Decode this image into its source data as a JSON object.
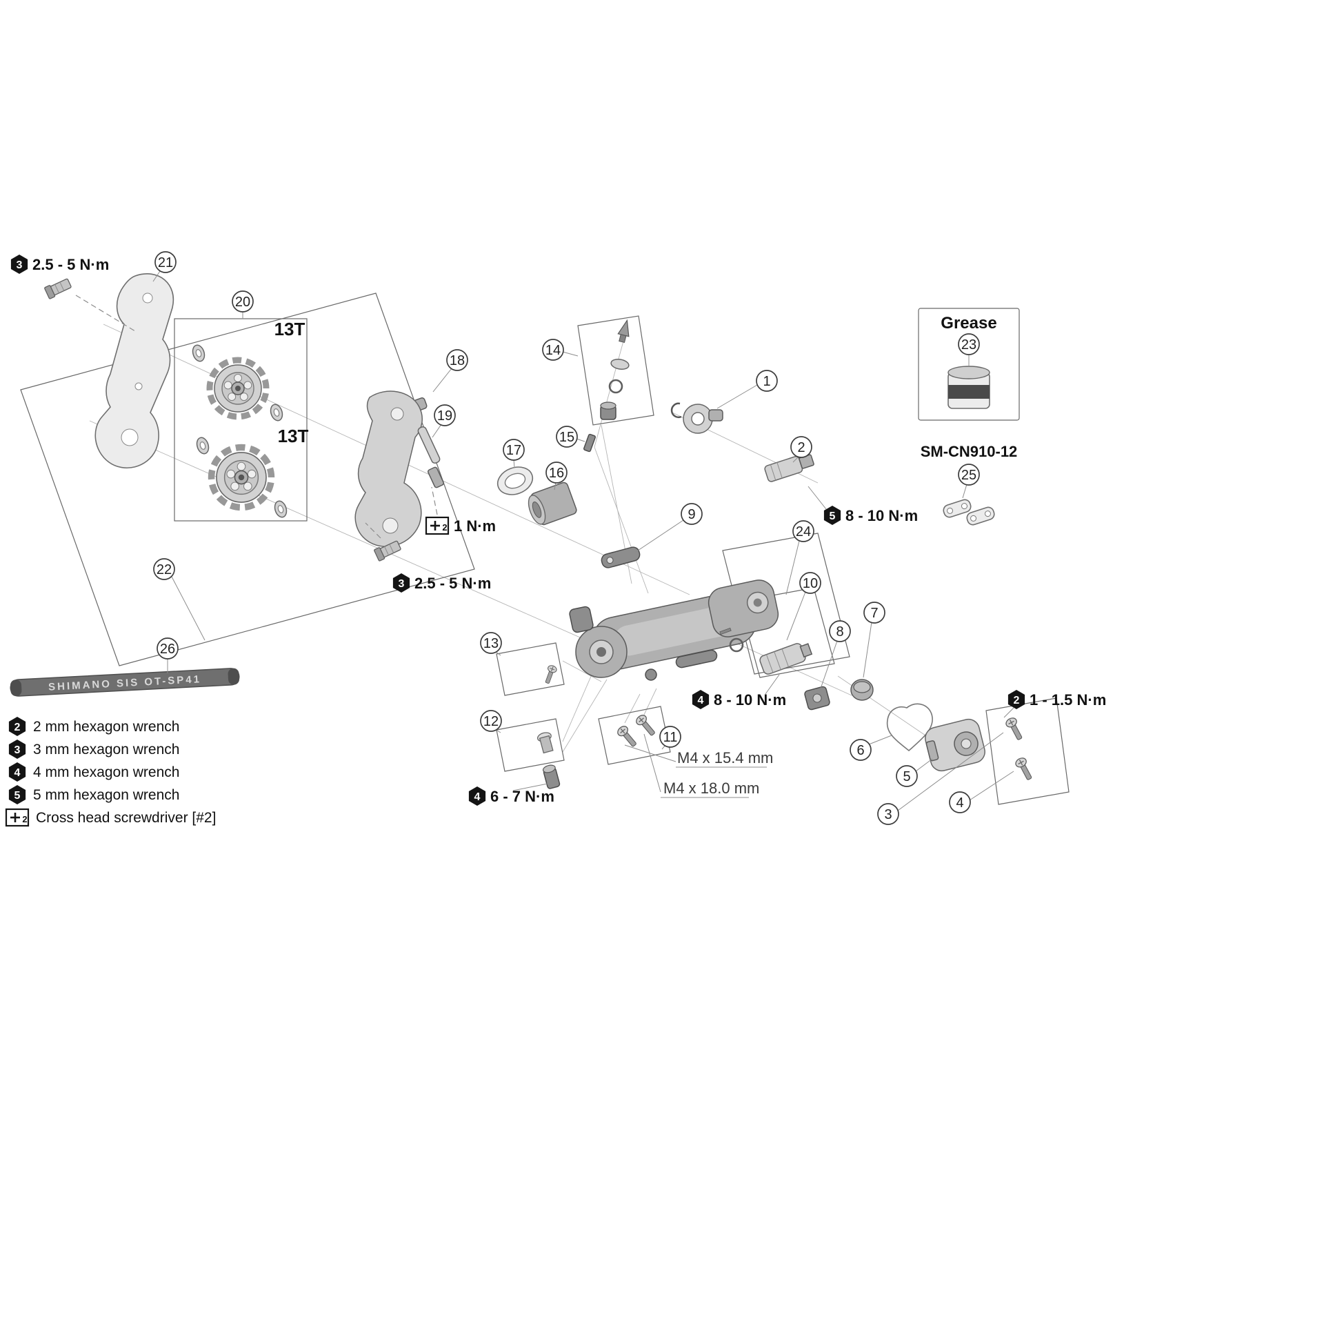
{
  "diagram": {
    "callouts": {
      "c1": "1",
      "c2": "2",
      "c3": "3",
      "c4": "4",
      "c5": "5",
      "c6": "6",
      "c7": "7",
      "c8": "8",
      "c9": "9",
      "c10": "10",
      "c11": "11",
      "c12": "12",
      "c13": "13",
      "c14": "14",
      "c15": "15",
      "c16": "16",
      "c17": "17",
      "c18": "18",
      "c19": "19",
      "c20": "20",
      "c21": "21",
      "c22": "22",
      "c23": "23",
      "c24": "24",
      "c25": "25",
      "c26": "26"
    },
    "badges": {
      "hex2": "2",
      "hex3": "3",
      "hex4": "4",
      "hex5": "5",
      "phillips": "2"
    },
    "torque": {
      "outer_plate_screw": "2.5 - 5 N·m",
      "inner_plate_screw": "2.5 - 5 N·m",
      "pulley_bolt": "1 N·m",
      "bracket_axle": "8 - 10 N·m",
      "cable_fixing": "8 - 10 N·m",
      "stopper": "6 - 7 N·m",
      "cover_screw": "1 - 1.5 N·m"
    },
    "labels": {
      "grease": "Grease",
      "quick_link": "SM-CN910-12",
      "pulley_upper_teeth": "13T",
      "pulley_lower_teeth": "13T",
      "screw_m4_154": "M4 x 15.4 mm",
      "screw_m4_180": "M4 x 18.0 mm",
      "cable": "SHIMANO SIS OT-SP41"
    }
  },
  "legend": {
    "items": {
      "hex2": "2 mm hexagon wrench",
      "hex3": "3 mm hexagon wrench",
      "hex4": "4 mm hexagon wrench",
      "hex5": "5 mm hexagon wrench",
      "phillips": "Cross head screwdriver [#2]"
    }
  }
}
